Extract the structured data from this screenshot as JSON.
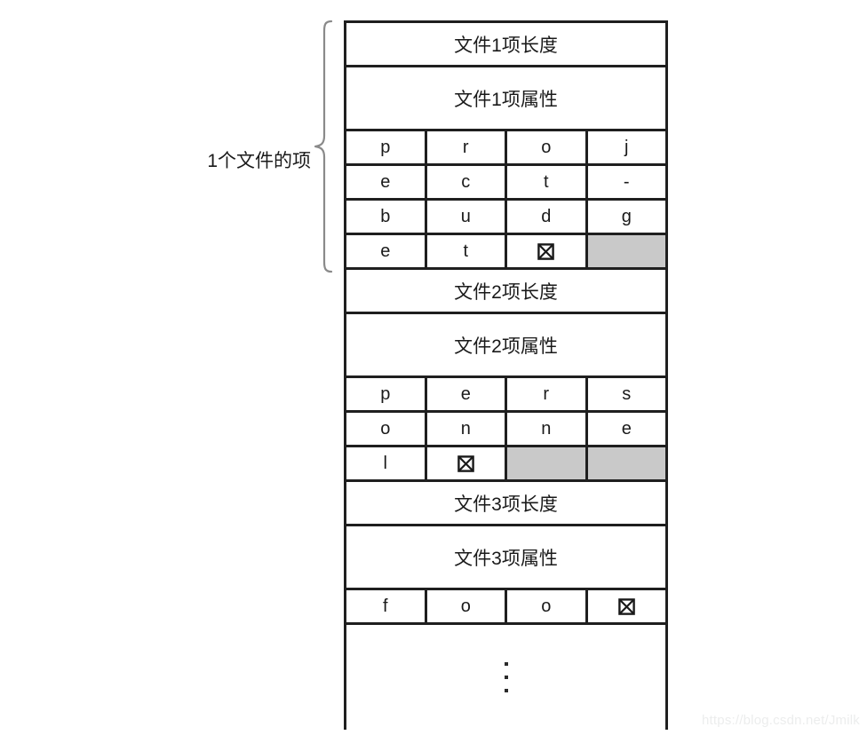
{
  "annotation": {
    "label": "1个文件的项",
    "brace_icon": "left-curly-brace-icon"
  },
  "diagram": {
    "title_present": false,
    "columns_per_row": 4,
    "null_glyph_name": "null-terminator-icon",
    "padding_color": "#c9c9c9",
    "line_color": "#1f1f1f",
    "background_color": "#ffffff",
    "entries": [
      {
        "length_label": "文件1项长度",
        "attribute_label": "文件1项属性",
        "name": "project-budget",
        "char_rows": [
          [
            {
              "t": "p",
              "k": "char"
            },
            {
              "t": "r",
              "k": "char"
            },
            {
              "t": "o",
              "k": "char"
            },
            {
              "t": "j",
              "k": "char"
            }
          ],
          [
            {
              "t": "e",
              "k": "char"
            },
            {
              "t": "c",
              "k": "char"
            },
            {
              "t": "t",
              "k": "char"
            },
            {
              "t": "-",
              "k": "char"
            }
          ],
          [
            {
              "t": "b",
              "k": "char"
            },
            {
              "t": "u",
              "k": "char"
            },
            {
              "t": "d",
              "k": "char"
            },
            {
              "t": "g",
              "k": "char"
            }
          ],
          [
            {
              "t": "e",
              "k": "char"
            },
            {
              "t": "t",
              "k": "char"
            },
            {
              "t": "",
              "k": "nul"
            },
            {
              "t": "",
              "k": "pad"
            }
          ]
        ]
      },
      {
        "length_label": "文件2项长度",
        "attribute_label": "文件2项属性",
        "name": "personnel",
        "char_rows": [
          [
            {
              "t": "p",
              "k": "char"
            },
            {
              "t": "e",
              "k": "char"
            },
            {
              "t": "r",
              "k": "char"
            },
            {
              "t": "s",
              "k": "char"
            }
          ],
          [
            {
              "t": "o",
              "k": "char"
            },
            {
              "t": "n",
              "k": "char"
            },
            {
              "t": "n",
              "k": "char"
            },
            {
              "t": "e",
              "k": "char"
            }
          ],
          [
            {
              "t": "l",
              "k": "char"
            },
            {
              "t": "",
              "k": "nul"
            },
            {
              "t": "",
              "k": "pad"
            },
            {
              "t": "",
              "k": "pad"
            }
          ]
        ]
      },
      {
        "length_label": "文件3项长度",
        "attribute_label": "文件3项属性",
        "name": "foo",
        "char_rows": [
          [
            {
              "t": "f",
              "k": "char"
            },
            {
              "t": "o",
              "k": "char"
            },
            {
              "t": "o",
              "k": "char"
            },
            {
              "t": "",
              "k": "nul"
            }
          ]
        ]
      }
    ],
    "continuation": {
      "icon": "vertical-ellipsis-icon",
      "dots": 3
    }
  },
  "watermark": {
    "text": "https://blog.csdn.net/Jmilk"
  }
}
